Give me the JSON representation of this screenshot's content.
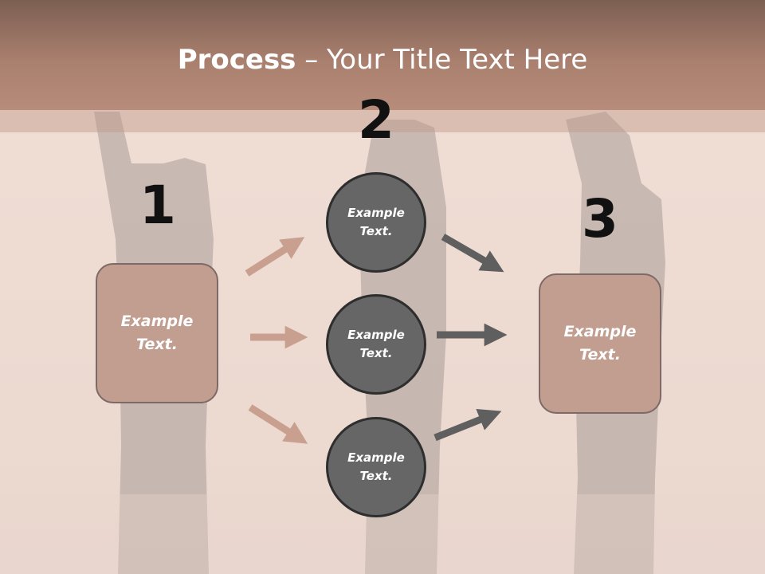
{
  "title": {
    "bold": "Process",
    "rest": " – Your Title Text Here"
  },
  "steps": [
    {
      "number": "1",
      "text": "Example Text."
    },
    {
      "number": "2",
      "items": [
        "Example Text.",
        "Example Text.",
        "Example Text."
      ]
    },
    {
      "number": "3",
      "text": "Example Text."
    }
  ],
  "colors": {
    "header": "#a97f6e",
    "box_fill": "#c19e90",
    "circle_fill": "#666666",
    "arrow_left": "#c9a090",
    "arrow_right": "#5f5f5f"
  }
}
